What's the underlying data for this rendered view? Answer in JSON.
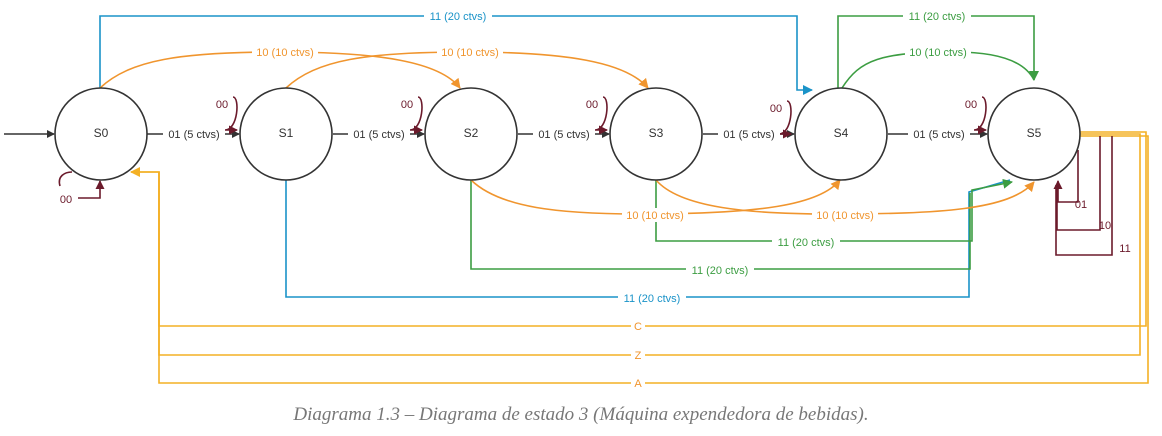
{
  "colors": {
    "blue": "#1a93c8",
    "orange": "#f0952e",
    "green": "#3c9d42",
    "yellow": "#f3b025",
    "maroon": "#6b1a2b",
    "dark": "#333333"
  },
  "states": [
    "S0",
    "S1",
    "S2",
    "S3",
    "S4",
    "S5"
  ],
  "labels": {
    "t01": "01 (5 ctvs)",
    "t10": "10 (10 ctvs)",
    "t11": "11 (20 ctvs)",
    "self00": "00",
    "s5_01": "01",
    "s5_10": "10",
    "s5_11": "11",
    "c": "C",
    "z": "Z",
    "a": "A"
  },
  "caption": "Diagrama 1.3 – Diagrama de estado 3 (Máquina expendedora de bebidas)."
}
